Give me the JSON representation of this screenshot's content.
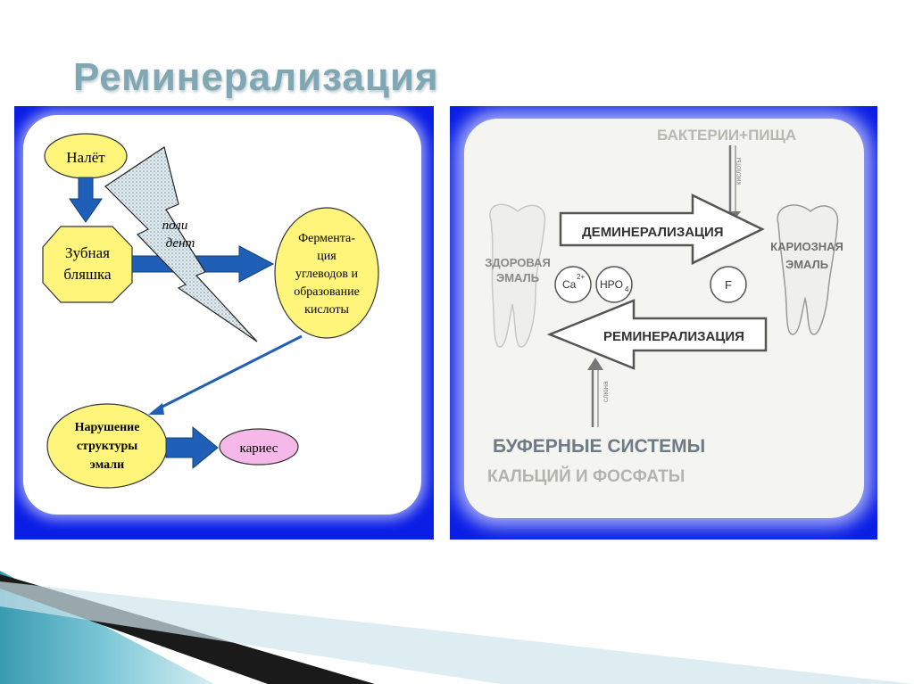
{
  "title": "Реминерализация",
  "left_diagram": {
    "nalet": "Налёт",
    "plaque_line1": "Зубная",
    "plaque_line2": "бляшка",
    "poly_line1": "поли",
    "poly_line2": "дент",
    "ferm_line1": "Фермента-",
    "ferm_line2": "ция",
    "ferm_line3": "углеводов и",
    "ferm_line4": "образование",
    "ferm_line5": "кислоты",
    "narush_line1": "Нарушение",
    "narush_line2": "структуры",
    "narush_line3": "эмали",
    "caries": "кариес"
  },
  "right_diagram": {
    "bacteria_food": "БАКТЕРИИ+ПИЩА",
    "acids_label": "кислоты",
    "demineralization": "ДЕМИНЕРАЛИЗАЦИЯ",
    "remineralization": "РЕМИНЕРАЛИЗАЦИЯ",
    "healthy_line1": "ЗДОРОВАЯ",
    "healthy_line2": "ЭМАЛЬ",
    "carious_line1": "КАРИОЗНАЯ",
    "carious_line2": "ЭМАЛЬ",
    "ion_ca": "Ca",
    "ion_ca_sup": "2+",
    "ion_hpo": "HPO",
    "ion_hpo_sub": "4",
    "ion_f": "F",
    "saliva_label": "слюна",
    "buffer_systems": "БУФЕРНЫЕ СИСТЕМЫ",
    "calcium_phosphates": "КАЛЬЦИЙ И ФОСФАТЫ"
  },
  "colors": {
    "panel_blue": "#0a1ee6",
    "yellow_fill": "#fff57a",
    "arrow_blue": "#1f5fb8",
    "caries_pink": "#f5b8e8",
    "title_color": "#7fa8b4"
  }
}
